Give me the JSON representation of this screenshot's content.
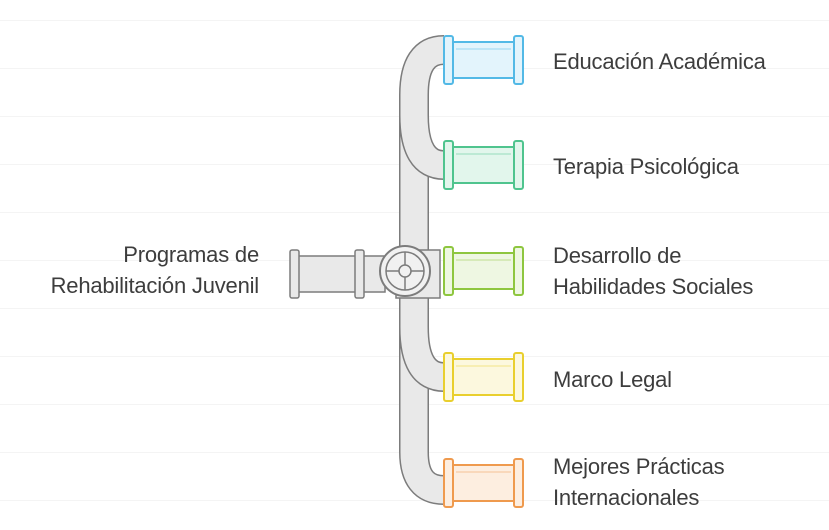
{
  "source": {
    "line1": "Programas de",
    "line2": "Rehabilitación Juvenil"
  },
  "branches": [
    {
      "line1": "Educación Académica",
      "line2": "",
      "color": "#53b9e6",
      "fill": "#e3f4fc"
    },
    {
      "line1": "Terapia Psicológica",
      "line2": "",
      "color": "#4fc48e",
      "fill": "#e2f6ec"
    },
    {
      "line1": "Desarrollo de",
      "line2": "Habilidades Sociales",
      "color": "#8ec63f",
      "fill": "#eef7e2"
    },
    {
      "line1": "Marco Legal",
      "line2": "",
      "color": "#e9cf2e",
      "fill": "#fcf8de"
    },
    {
      "line1": "Mejores Prácticas",
      "line2": "Internacionales",
      "color": "#ef9a4e",
      "fill": "#fdeee0"
    }
  ],
  "colors": {
    "pipe_fill": "#e9e9e9",
    "pipe_stroke": "#7c7c7c",
    "text": "#3d3d3d"
  }
}
